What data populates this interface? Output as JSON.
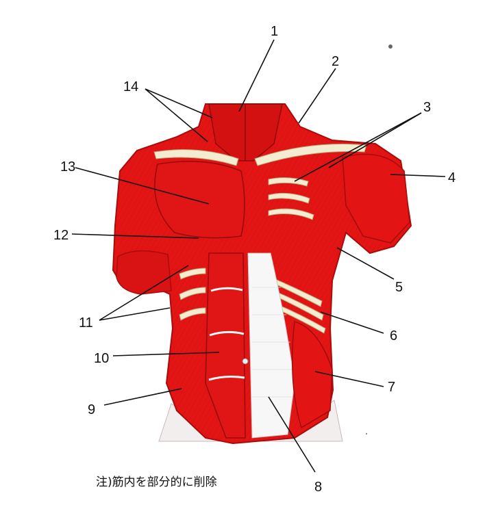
{
  "figure": {
    "labels": [
      "1",
      "2",
      "3",
      "4",
      "5",
      "6",
      "7",
      "8",
      "9",
      "10",
      "11",
      "12",
      "13",
      "14"
    ],
    "note": "注)筋内を部分的に削除"
  },
  "colors": {
    "muscle": "#e31414",
    "muscle_dark": "#a80c0c",
    "tendon": "#efe6c4",
    "bone": "#f3ecd0",
    "fascia": "#f7f7f7",
    "line": "#111111"
  }
}
